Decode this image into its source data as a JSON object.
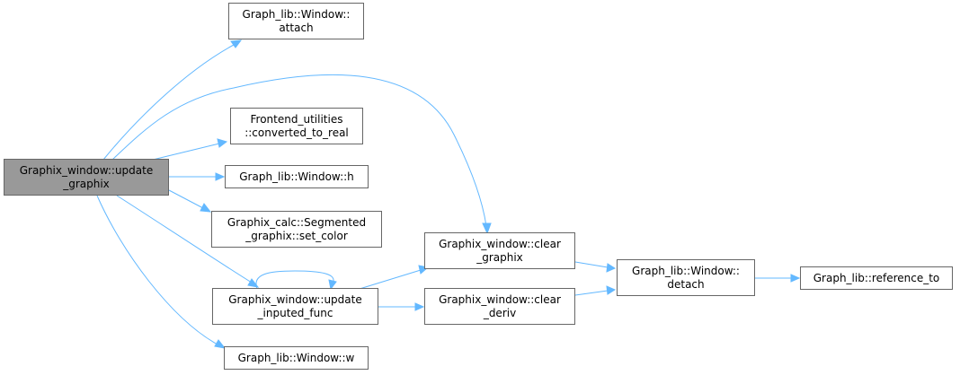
{
  "colors": {
    "edge": "#63b8ff",
    "root_fill": "#999999",
    "node_border": "#666666"
  },
  "nodes": {
    "root": {
      "lines": [
        "Graphix_window::update",
        "_graphix"
      ]
    },
    "attach": {
      "lines": [
        "Graph_lib::Window::",
        "attach"
      ]
    },
    "conv": {
      "lines": [
        "Frontend_utilities",
        "::converted_to_real"
      ]
    },
    "h": {
      "lines": [
        "Graph_lib::Window::h"
      ]
    },
    "setc": {
      "lines": [
        "Graphix_calc::Segmented",
        "_graphix::set_color"
      ]
    },
    "upd": {
      "lines": [
        "Graphix_window::update",
        "_inputed_func"
      ]
    },
    "w": {
      "lines": [
        "Graph_lib::Window::w"
      ]
    },
    "clrg": {
      "lines": [
        "Graphix_window::clear",
        "_graphix"
      ]
    },
    "clrd": {
      "lines": [
        "Graphix_window::clear",
        "_deriv"
      ]
    },
    "detach": {
      "lines": [
        "Graph_lib::Window::",
        "detach"
      ]
    },
    "ref": {
      "lines": [
        "Graph_lib::reference_to"
      ]
    }
  }
}
